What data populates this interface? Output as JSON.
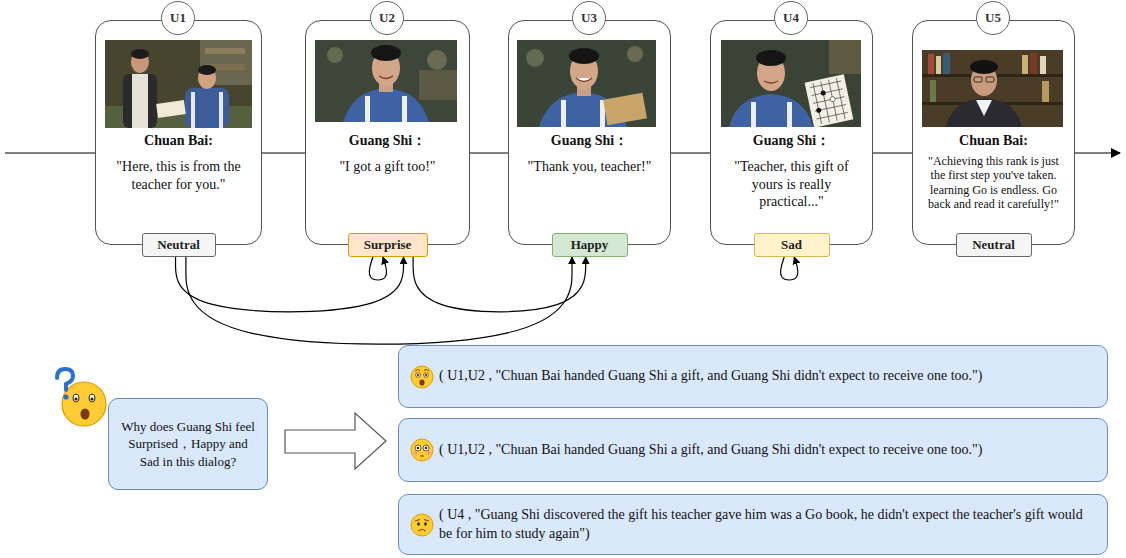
{
  "diagram": {
    "nodes": [
      {
        "text": [
          "U1"
        ]
      },
      {
        "text": [
          "Chuan Bai:",
          "\"Here, this is from the teacher for you.\""
        ]
      },
      {
        "text": [
          "Neutral"
        ],
        "in": 1
      },
      {
        "text": [
          "U2"
        ]
      },
      {
        "text": [
          "Guang Shi：",
          "\"I got a gift too!\""
        ]
      },
      {
        "text": [
          "Surprise"
        ],
        "in": 4
      },
      {
        "text": [
          "U3"
        ]
      },
      {
        "text": [
          "Guang Shi：",
          "\"Thank you, teacher!\""
        ]
      },
      {
        "text": [
          "Happy"
        ],
        "in": 7
      },
      {
        "text": [
          "U4"
        ]
      },
      {
        "text": [
          "Guang Shi：",
          "\"Teacher, this gift of yours is really practical...\""
        ]
      },
      {
        "text": [
          "Sad"
        ],
        "in": 10
      },
      {
        "text": [
          "U5"
        ]
      },
      {
        "text": [
          "Chuan Bai:",
          "\"Achieving this rank is just the first step you've taken. learning Go is endless. Go back and read it carefully!\""
        ]
      },
      {
        "text": [
          "Neutral"
        ],
        "in": 13
      },
      {
        "text": [
          "Why does Guang Shi feel Surprised，Happy and Sad in this dialog?"
        ]
      },
      {
        "text": [
          "( U1,U2 , \"Chuan Bai handed Guang Shi a gift, and Guang Shi didn't expect to receive one too.\")"
        ]
      },
      {
        "text": [
          "( U1,U2 , \"Chuan Bai handed Guang Shi a gift, and Guang Shi didn't expect to receive one too.\")"
        ]
      },
      {
        "text": [
          "( U4 , \"Guang Shi discovered the gift his teacher gave him was a Go book, he didn't expect the teacher's gift would be for him to study again\")"
        ]
      }
    ],
    "edges": [
      {
        "from": 2,
        "to": 5,
        "arrow": "to"
      },
      {
        "from": 2,
        "to": 8,
        "arrow": "to"
      },
      {
        "from": 5,
        "to": 5,
        "arrow": "to"
      },
      {
        "from": 5,
        "to": 8,
        "arrow": "to"
      },
      {
        "from": 11,
        "to": 11,
        "arrow": "to"
      }
    ]
  }
}
